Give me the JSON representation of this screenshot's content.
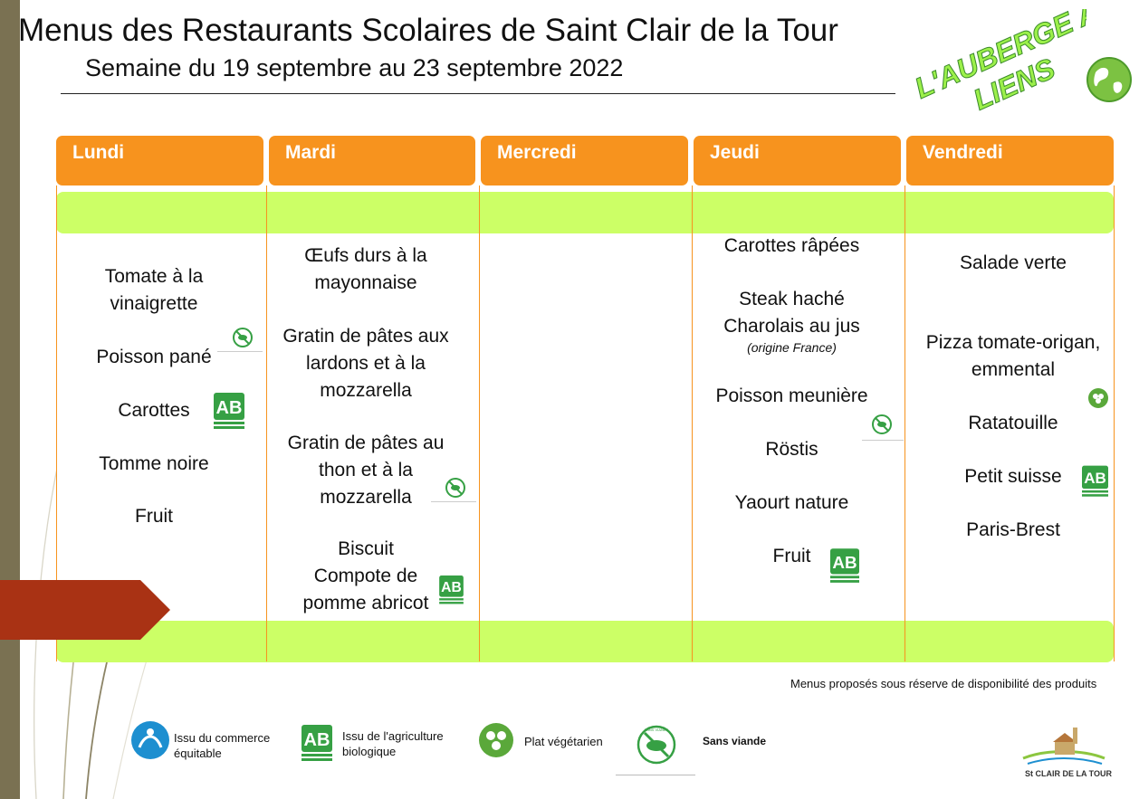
{
  "header": {
    "title": "Menus des Restaurants Scolaires de Saint Clair de la Tour",
    "subtitle": "Semaine du 19 septembre au 23 septembre 2022",
    "logo_text_line1": "L'AUBERGE A",
    "logo_text_line2": "LIENS"
  },
  "days": [
    {
      "name": "Lundi",
      "dishes": [
        "Tomate à la",
        "vinaigrette",
        "Poisson pané",
        "Carottes",
        "Tomme noire",
        "Fruit"
      ]
    },
    {
      "name": "Mardi",
      "dishes": [
        "Œufs durs à la",
        "mayonnaise",
        "Gratin de pâtes aux",
        "lardons et à la",
        "mozzarella",
        "Gratin de pâtes au",
        "thon et à la",
        "mozzarella",
        "Biscuit",
        "Compote de",
        "pomme abricot"
      ]
    },
    {
      "name": "Mercredi",
      "dishes": []
    },
    {
      "name": "Jeudi",
      "dishes": [
        "Carottes râpées",
        "Steak haché",
        "Charolais au jus",
        "(origine France)",
        "Poisson meunière",
        "Röstis",
        "Yaourt nature",
        "Fruit"
      ]
    },
    {
      "name": "Vendredi",
      "dishes": [
        "Salade verte",
        "Pizza tomate-origan,",
        "emmental",
        "Ratatouille",
        "Petit suisse",
        "Paris-Brest"
      ]
    }
  ],
  "footnote": "Menus proposés sous réserve de disponibilité des produits",
  "legend": {
    "fair_trade": "Issu du commerce\néquitable",
    "organic": "Issu de l'agriculture\nbiologique",
    "vegetarian": "Plat végétarien",
    "no_meat": "Sans viande"
  },
  "icons": {
    "organic_badge": "AB",
    "organic_caption": "AGRICULTURE BIOLOGIQUE",
    "no_meat_caption": "SANS VIANDE"
  },
  "town": {
    "name": "St CLAIR DE LA TOUR"
  },
  "colors": {
    "header_orange": "#f7931e",
    "band_green": "#ccff66",
    "organic_green": "#36a044",
    "side_bar": "#7a7152",
    "arrow_red": "#a93214"
  }
}
